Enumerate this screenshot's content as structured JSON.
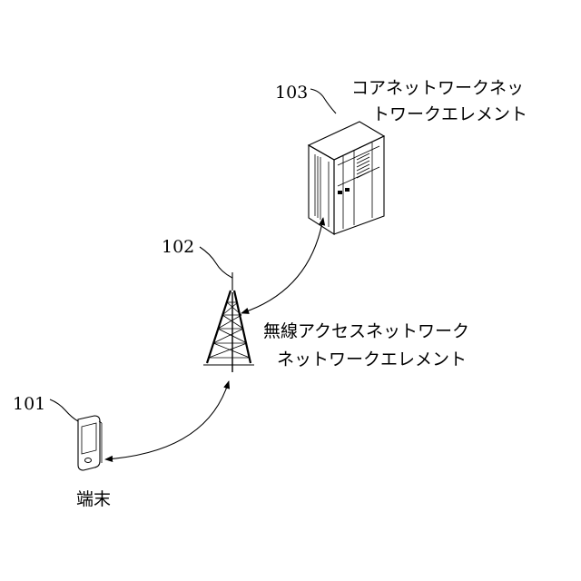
{
  "figure": {
    "elements": [
      {
        "ref": "101",
        "label_lines": [
          "端末"
        ]
      },
      {
        "ref": "102",
        "label_lines": [
          "無線アクセスネットワーク",
          "ネットワークエレメント"
        ]
      },
      {
        "ref": "103",
        "label_lines": [
          "コアネットワークネッ",
          "トワークエレメント"
        ]
      }
    ]
  }
}
